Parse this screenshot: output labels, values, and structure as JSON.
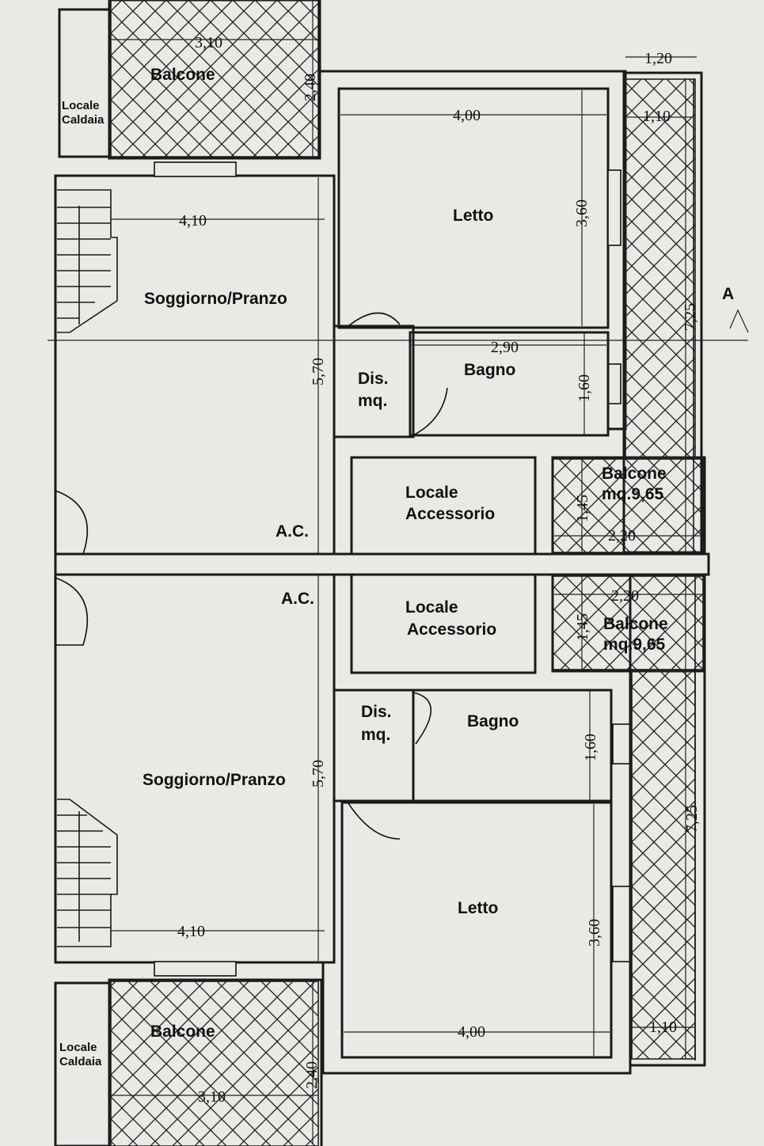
{
  "rooms": {
    "upper": {
      "balcone_top": "Balcone",
      "locale_caldaia_1": "Locale",
      "locale_caldaia_2": "Caldaia",
      "soggiorno": "Soggiorno/Pranzo",
      "letto": "Letto",
      "bagno": "Bagno",
      "dis_1": "Dis.",
      "dis_2": "mq.",
      "ac": "A.C.",
      "locale_acc_1": "Locale",
      "locale_acc_2": "Accessorio",
      "balcone_side_1": "Balcone",
      "balcone_side_2": "mq.9,65"
    },
    "lower": {
      "balcone_bottom": "Balcone",
      "locale_caldaia_1": "Locale",
      "locale_caldaia_2": "Caldaia",
      "soggiorno": "Soggiorno/Pranzo",
      "letto": "Letto",
      "bagno": "Bagno",
      "dis_1": "Dis.",
      "dis_2": "mq.",
      "ac": "A.C.",
      "locale_acc_1": "Locale",
      "locale_acc_2": "Accessorio",
      "balcone_side_1": "Balcone",
      "balcone_side_2": "mq.9,65"
    }
  },
  "dimensions": {
    "upper": {
      "balcone_w": "3,10",
      "balcone_h": "2,40",
      "strip_w": "1,20",
      "strip_inner": "1,10",
      "letto_w": "4,00",
      "letto_h": "3,60",
      "soggiorno_w": "4,10",
      "soggiorno_h": "5,70",
      "bagno_w": "2,90",
      "bagno_h": "1,60",
      "strip_h": "7,25",
      "side_balcone_h": "1,45",
      "side_balcone_w": "2,20"
    },
    "lower": {
      "side_balcone_w": "2,20",
      "side_balcone_h": "1,45",
      "bagno_h": "1,60",
      "soggiorno_h": "5,70",
      "strip_h": "7,25",
      "soggiorno_w": "4,10",
      "letto_h": "3,60",
      "letto_w": "4,00",
      "strip_inner": "1,10",
      "balcone_h": "2,40",
      "balcone_w": "3,10"
    }
  },
  "section_marker": "A"
}
